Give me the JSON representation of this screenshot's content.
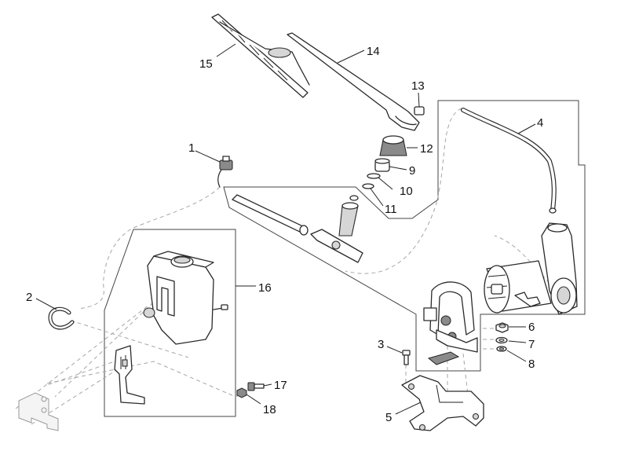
{
  "callouts": {
    "p1": "1",
    "p2": "2",
    "p3": "3",
    "p4": "4",
    "p5": "5",
    "p6": "6",
    "p7": "7",
    "p8": "8",
    "p9": "9",
    "p10": "10",
    "p11": "11",
    "p12": "12",
    "p13": "13",
    "p14": "14",
    "p15": "15",
    "p16": "16",
    "p17": "17",
    "p18": "18"
  }
}
